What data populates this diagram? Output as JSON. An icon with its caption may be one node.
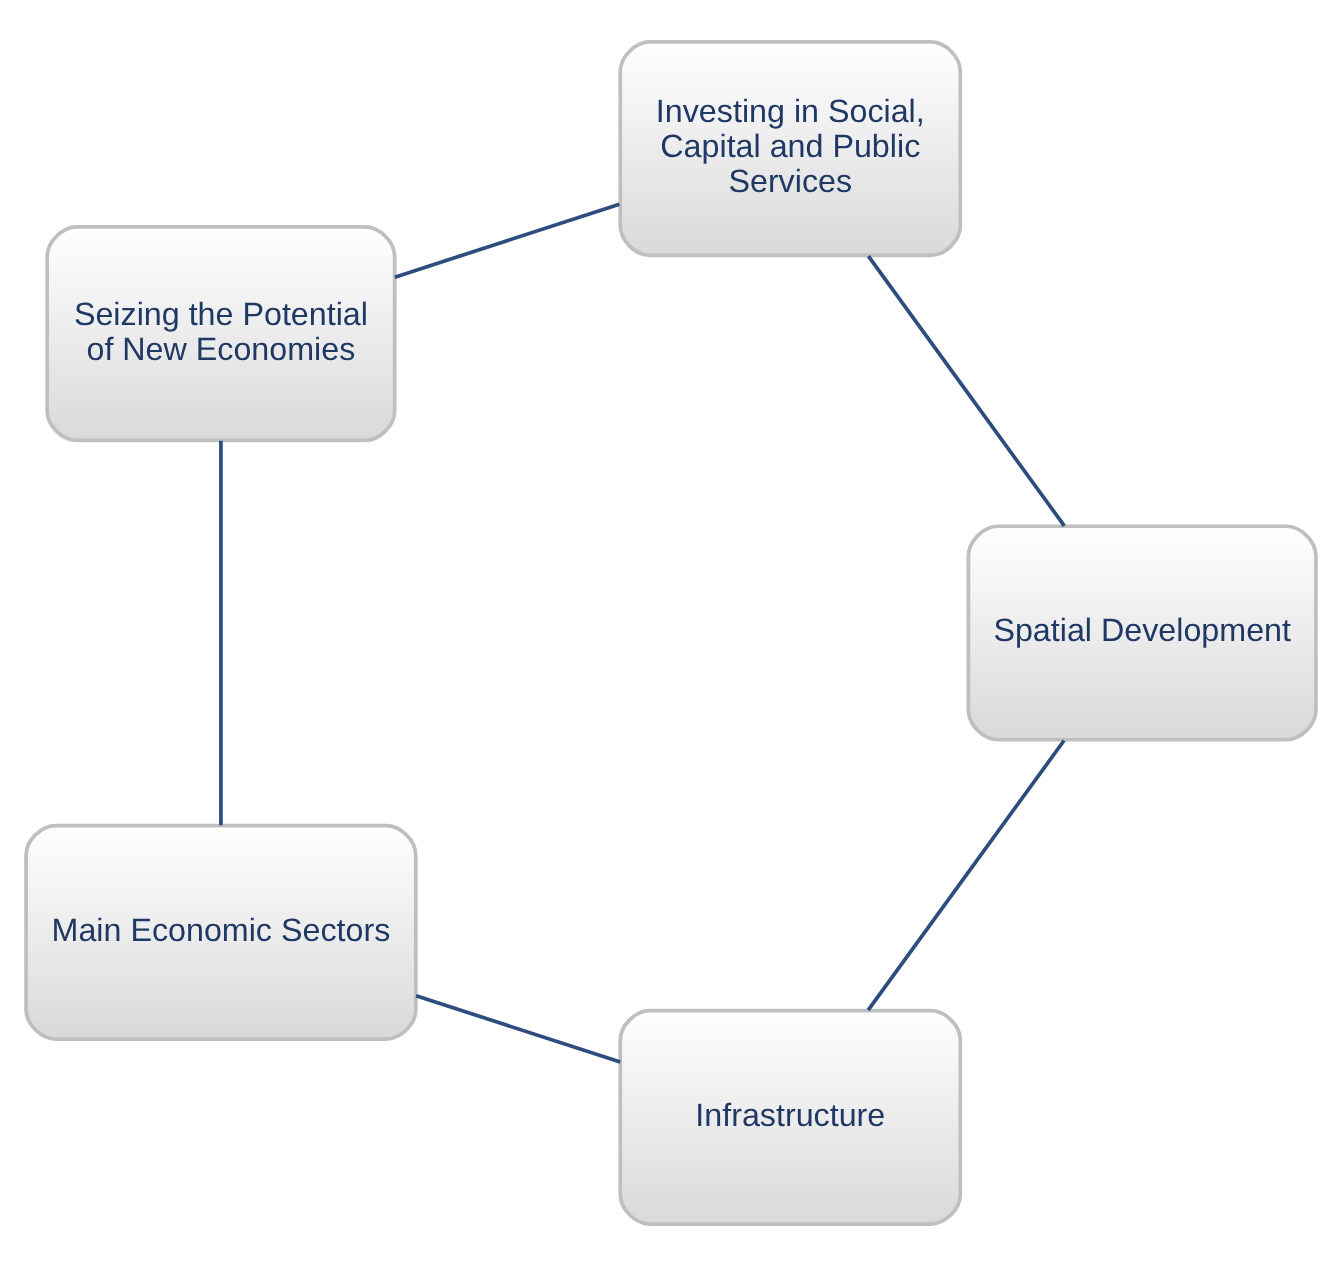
{
  "diagram": {
    "nodes": [
      {
        "text": [
          "Infrastructure"
        ]
      },
      {
        "text": [
          "Main Economic Sectors"
        ]
      },
      {
        "text": [
          "Seizing the Potential of New Economies"
        ]
      },
      {
        "text": [
          "Investing in Social, Capital and Public Services"
        ]
      },
      {
        "text": [
          "Spatial Development"
        ]
      }
    ],
    "edges": [
      {
        "from": 0,
        "to": 1,
        "arrow": "none"
      },
      {
        "from": 1,
        "to": 2,
        "arrow": "none"
      },
      {
        "from": 2,
        "to": 3,
        "arrow": "none"
      },
      {
        "from": 3,
        "to": 4,
        "arrow": "none"
      },
      {
        "from": 4,
        "to": 0,
        "arrow": "none"
      }
    ]
  }
}
